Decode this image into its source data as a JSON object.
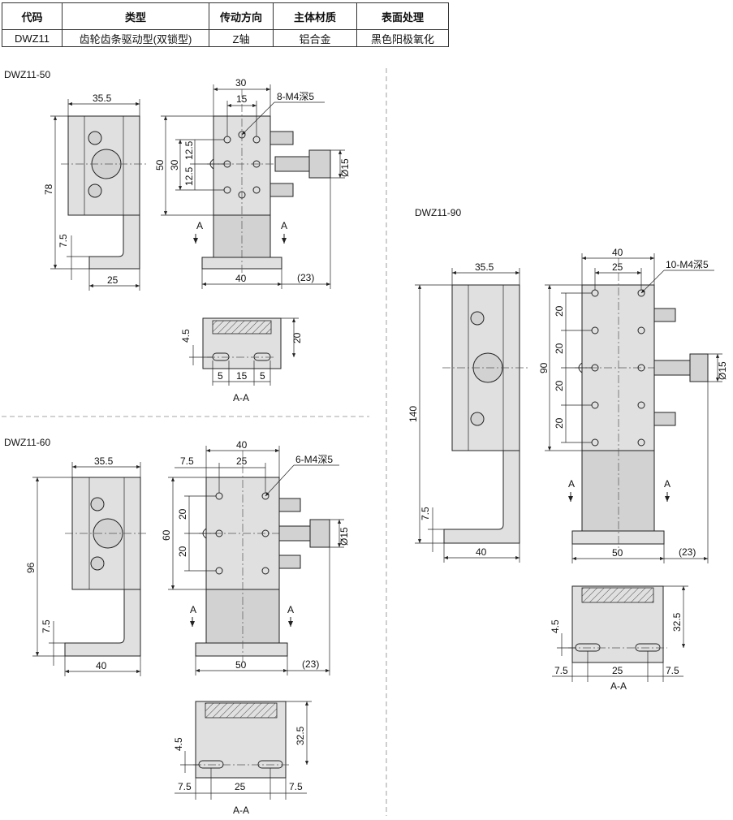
{
  "table": {
    "headers": [
      "代码",
      "类型",
      "传动方向",
      "主体材质",
      "表面处理"
    ],
    "row": [
      "DWZ11",
      "齿轮齿条驱动型(双锁型)",
      "Z轴",
      "铝合金",
      "黑色阳极氧化"
    ]
  },
  "labels": {
    "m50": "DWZ11-50",
    "m60": "DWZ11-60",
    "m90": "DWZ11-90",
    "section": "A-A",
    "section_mark": "A"
  },
  "dims50": {
    "w_side": "35.5",
    "h_side": "78",
    "base_h": "7.5",
    "base_w": "25",
    "w_top": "30",
    "w_half": "15",
    "thread": "8-M4深5",
    "h_plate": "50",
    "h_mid": "30",
    "p1": "12.5",
    "p2": "12.5",
    "dia": "Ø15",
    "w_base": "40",
    "ext": "(23)",
    "aa_h": "4.5",
    "aa_w": "20",
    "aa_b1": "5",
    "aa_b2": "15",
    "aa_b3": "5"
  },
  "dims60": {
    "w_side": "35.5",
    "h_side": "96",
    "base_h": "7.5",
    "base_w": "40",
    "w_top": "40",
    "w_left": "7.5",
    "w_mid": "25",
    "thread": "6-M4深5",
    "p1": "20",
    "p2": "20",
    "h_plate": "60",
    "dia": "Ø15",
    "w_base": "50",
    "ext": "(23)",
    "aa_h": "4.5",
    "aa_w": "32.5",
    "aa_b1": "7.5",
    "aa_b2": "25",
    "aa_b3": "7.5"
  },
  "dims90": {
    "w_side": "35.5",
    "h_side": "140",
    "base_h": "7.5",
    "base_w": "40",
    "w_top": "40",
    "w_mid": "25",
    "thread": "10-M4深5",
    "p1": "20",
    "p2": "20",
    "p3": "20",
    "p4": "20",
    "h_plate": "90",
    "dia": "Ø15",
    "w_base": "50",
    "ext": "(23)",
    "aa_h": "4.5",
    "aa_w": "32.5",
    "aa_b1": "7.5",
    "aa_b2": "25",
    "aa_b3": "7.5"
  }
}
